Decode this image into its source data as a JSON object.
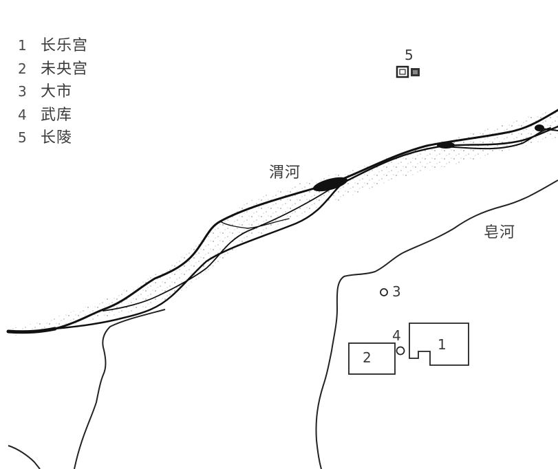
{
  "map": {
    "legend": [
      {
        "num": "1",
        "name": "长乐宫"
      },
      {
        "num": "2",
        "name": "未央宫"
      },
      {
        "num": "3",
        "name": "大市"
      },
      {
        "num": "4",
        "name": "武库"
      },
      {
        "num": "5",
        "name": "长陵"
      }
    ],
    "rivers": {
      "wei": "渭河",
      "zao": "皂河"
    },
    "sites": {
      "changle_palace": "1",
      "weiyang_palace": "2",
      "great_market": "3",
      "armory": "4",
      "changling_tomb": "5"
    },
    "colors": {
      "ink": "#111111",
      "text": "#3a3a3a",
      "floodplain_dots": "#9a9a9a",
      "background": "#ffffff"
    }
  }
}
